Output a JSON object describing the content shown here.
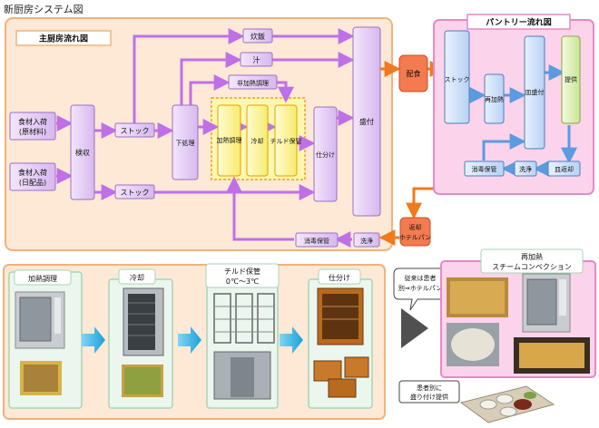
{
  "page_title": "新厨房システム図",
  "main_kitchen": {
    "title": "主厨房流れ図",
    "raw_ingredients": [
      "食材入荷",
      "(原材料)"
    ],
    "daily_goods": [
      "食材入荷",
      "(日配品)"
    ],
    "inspection": "検収",
    "stock_1": "ストック",
    "stock_2": "ストック",
    "prep": "下処理",
    "rice": "炊飯",
    "soup": "汁",
    "unheated": "非加熱調理",
    "heat_cook": "加熱調理",
    "cooling": "冷却",
    "chilled": "チルド保管",
    "sorting": "仕分け",
    "plating": "盛付",
    "sanitize": "消毒保管",
    "washing": "洗浄"
  },
  "center": {
    "serving": "配食",
    "return_line1": "返却",
    "return_line2": "ホテルパン"
  },
  "pantry": {
    "title": "パントリー流れ図",
    "stock": "ストック",
    "reheat": "再加熱",
    "tray_plating": "皿盛付",
    "provide": "提供",
    "sanitize": "消毒保管",
    "washing": "洗浄",
    "tray_return": "皿返却"
  },
  "photo_section": {
    "heat_cook": "加熱調理",
    "cooling": "冷却",
    "chilled_line1": "チルド保管",
    "chilled_line2": "0℃～3℃",
    "sorting": "仕分け",
    "callout_line1": "従来は患者",
    "callout_line2": "別⇒ホテルパン",
    "reheat_line1": "再加熱",
    "reheat_line2": "スチームコンベクション",
    "patient_line1": "患者別に",
    "patient_line2": "盛り付け提供"
  },
  "colors": {
    "main_bg": "#fde9d6",
    "main_border": "#f2b27a",
    "pantry_bg": "#fbd3ea",
    "pantry_border": "#e48ac4",
    "process_box": "#e6cff5",
    "process_border": "#9b6fc2",
    "arrow_purple": "#c070e6",
    "arrow_orange": "#f07a1e",
    "arrow_blue": "#5b9be0",
    "heat_zone": "#fff7b0",
    "heat_zone_border": "#f0a020",
    "orange_node": "#f47a50",
    "green_box": "#dff0b8",
    "photo_bg": "#eaf6ee",
    "photo_border": "#a8d6b4",
    "cyan_arrow": "#1fb0e6"
  }
}
